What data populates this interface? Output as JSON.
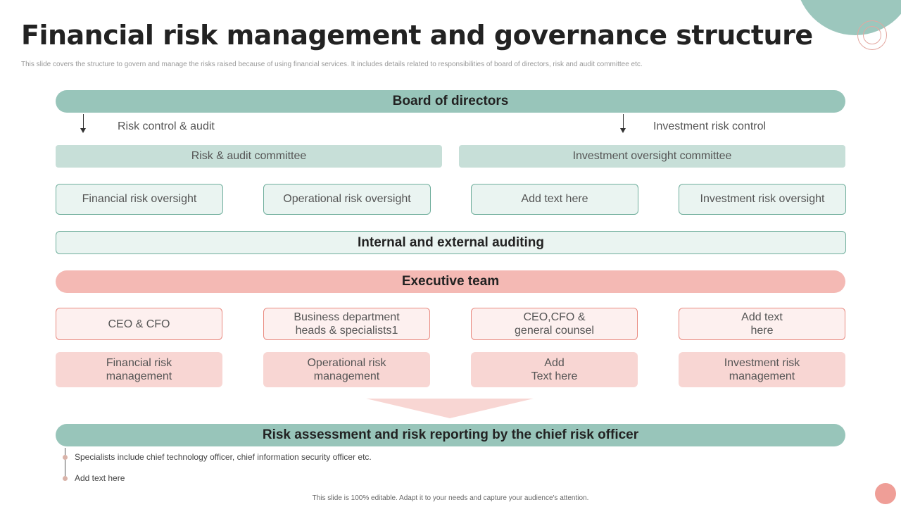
{
  "title": "Financial risk management and governance structure",
  "subtitle": "This slide covers the structure to govern and manage the risks raised because of using financial services. It includes details related to responsibilities of board of directors, risk and audit committee etc.",
  "board": "Board of directors",
  "arrows": {
    "left_label": "Risk control & audit",
    "right_label": "Investment risk control"
  },
  "committees": [
    "Risk & audit committee",
    "Investment oversight committee"
  ],
  "oversight": [
    "Financial risk oversight",
    "Operational risk oversight",
    "Add text here",
    "Investment risk oversight"
  ],
  "auditing": "Internal and external auditing",
  "executive": "Executive team",
  "exec_roles": [
    [
      "CEO & CFO"
    ],
    [
      "Business department",
      "heads & specialists1"
    ],
    [
      "CEO,CFO &",
      "general counsel"
    ],
    [
      "Add text",
      "here"
    ]
  ],
  "risk_mgmt": [
    [
      "Financial risk",
      "management"
    ],
    [
      "Operational risk",
      "management"
    ],
    [
      "Add",
      "Text here"
    ],
    [
      "Investment risk",
      "management"
    ]
  ],
  "reporting": "Risk assessment and risk reporting by the chief risk officer",
  "bullets": [
    "Specialists include chief technology officer, chief information security officer etc.",
    "Add text here"
  ],
  "footer": "This slide is 100% editable. Adapt it to your needs and capture your audience's attention.",
  "colors": {
    "teal": "#98c5ba",
    "pink": "#f4b9b4",
    "teal_border": "#6fae9c",
    "pink_border": "#e98a80"
  }
}
